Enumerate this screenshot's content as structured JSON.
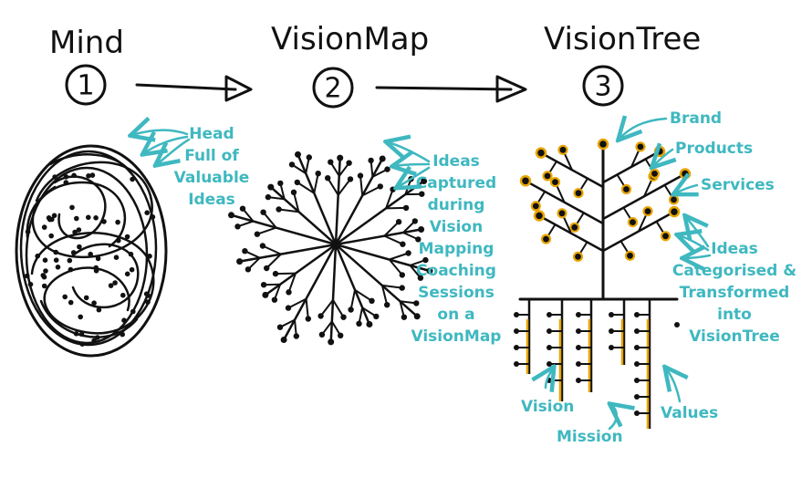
{
  "steps": [
    {
      "title": "Mind",
      "number": "1"
    },
    {
      "title": "VisionMap",
      "number": "2"
    },
    {
      "title": "VisionTree",
      "number": "3"
    }
  ],
  "mind_note": [
    "Head",
    "Full of",
    "Valuable",
    "Ideas"
  ],
  "map_note": [
    "Ideas",
    "Captured",
    "during",
    "Vision",
    "Mapping",
    "Coaching",
    "Sessions",
    "on a",
    "VisionMap"
  ],
  "tree_labels": {
    "brand": "Brand",
    "products": "Products",
    "services": "Services",
    "ideas_note": [
      "Ideas",
      "Categorised &",
      "Transformed",
      "into",
      "VisionTree"
    ],
    "vision": "Vision",
    "mission": "Mission",
    "values": "Values"
  },
  "colors": {
    "ink": "#111111",
    "accent": "#3fb8c0",
    "gold": "#e8a400"
  }
}
